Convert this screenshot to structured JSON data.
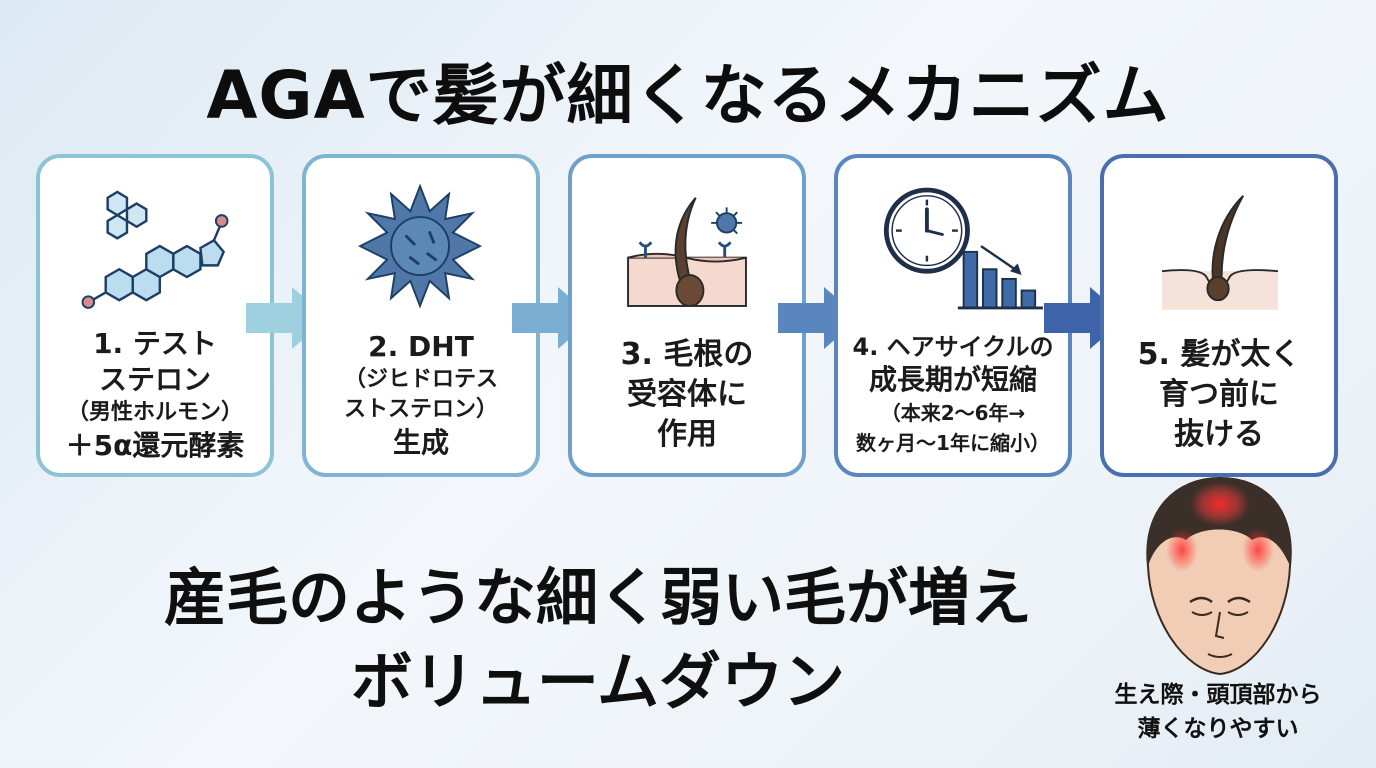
{
  "title": "AGAで髪が細くなるメカニズム",
  "steps": [
    {
      "lines": [
        "1. テスト",
        "ステロン",
        "（男性ホルモン）",
        "＋5α還元酵素"
      ]
    },
    {
      "lines": [
        "2. DHT",
        "（ジヒドロテス",
        "ストステロン）",
        "生成"
      ]
    },
    {
      "lines": [
        "3. 毛根の",
        "受容体に",
        "作用"
      ]
    },
    {
      "lines": [
        "4. ヘアサイクルの",
        "成長期が短縮",
        "（本来2〜6年→",
        "数ヶ月〜1年に縮小）"
      ]
    },
    {
      "lines": [
        "5. 髪が太く",
        "育つ前に",
        "抜ける"
      ]
    }
  ],
  "bottom": {
    "line1": "産毛のような細く弱い毛が増え",
    "line2": "ボリュームダウン"
  },
  "head_caption": {
    "line1": "生え際・頭頂部から",
    "line2": "薄くなりやすい"
  },
  "colors": {
    "card_border_gradient": [
      "#8cc3d6",
      "#7fb4d2",
      "#6fa0c9",
      "#5a86bd",
      "#4a6fb0"
    ],
    "arrow_gradient": [
      "#9fd0e0",
      "#7aaed3",
      "#5a86bf",
      "#3e63a8"
    ],
    "thinning_highlight": "#e33a3a"
  },
  "icons": [
    "steroid-molecule-icon",
    "dht-spiky-molecule-icon",
    "hair-follicle-receptor-icon",
    "clock-declining-bars-icon",
    "thin-hair-follicle-icon",
    "thinning-head-icon"
  ]
}
